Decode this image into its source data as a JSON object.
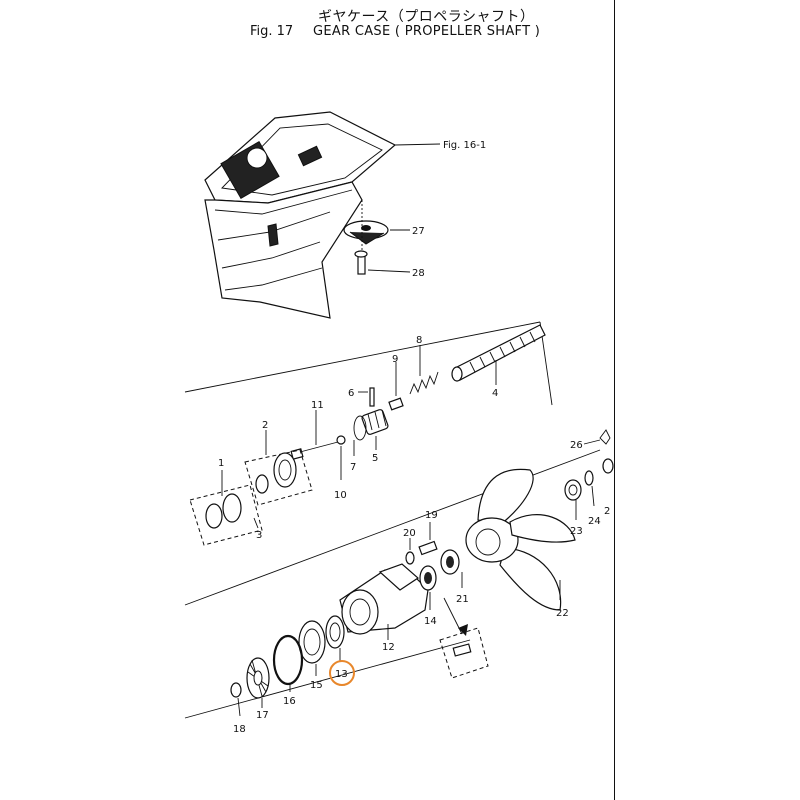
{
  "title": {
    "japanese": "ギヤケース（プロペラシャフト）",
    "figure": "Fig. 17",
    "name": "GEAR CASE ( PROPELLER SHAFT )"
  },
  "reference": "Fig. 16-1",
  "highlight_color": "#e8872b",
  "highlighted_part": "13",
  "parts": [
    "1",
    "2",
    "3",
    "4",
    "5",
    "6",
    "7",
    "8",
    "9",
    "10",
    "11",
    "12",
    "13",
    "14",
    "15",
    "16",
    "17",
    "18",
    "19",
    "20",
    "21",
    "22",
    "23",
    "24",
    "26",
    "27",
    "28"
  ],
  "partial_label": "2"
}
